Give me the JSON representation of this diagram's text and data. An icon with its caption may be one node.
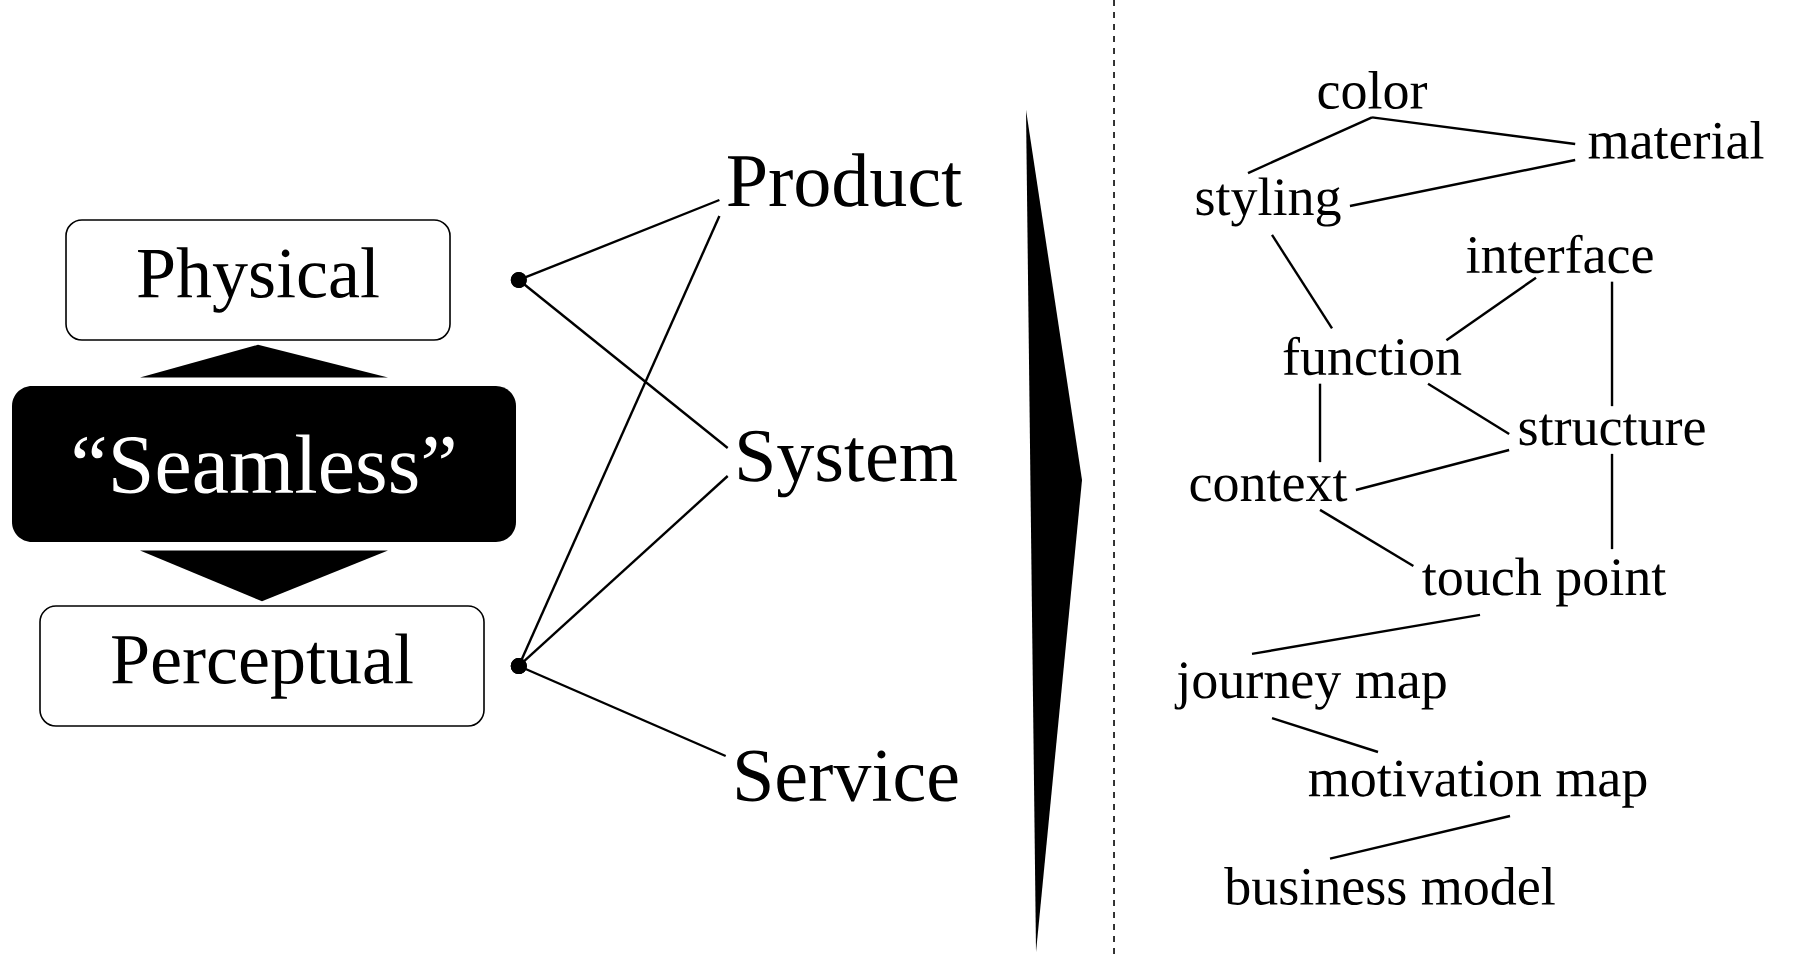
{
  "diagram": {
    "nodes": [
      {
        "text": [
          "Physical"
        ]
      },
      {
        "text": [
          "“Seamless”"
        ]
      },
      {
        "text": [
          "Perceptual"
        ]
      },
      {
        "text": [
          "Product"
        ]
      },
      {
        "text": [
          "System"
        ]
      },
      {
        "text": [
          "Service"
        ]
      },
      {
        "text": [
          "color"
        ]
      },
      {
        "text": [
          "material"
        ]
      },
      {
        "text": [
          "styling"
        ]
      },
      {
        "text": [
          "interface"
        ]
      },
      {
        "text": [
          "function"
        ]
      },
      {
        "text": [
          "structure"
        ]
      },
      {
        "text": [
          "context"
        ]
      },
      {
        "text": [
          "touch point"
        ]
      },
      {
        "text": [
          "journey map"
        ]
      },
      {
        "text": [
          "motivation map"
        ]
      },
      {
        "text": [
          "business model"
        ]
      }
    ],
    "edges": [
      {
        "from": 1,
        "to": 0,
        "arrow": "to"
      },
      {
        "from": 1,
        "to": 2,
        "arrow": "to"
      },
      {
        "from": 0,
        "to": 3,
        "arrow": "other"
      },
      {
        "from": 0,
        "to": 4,
        "arrow": "other"
      },
      {
        "from": 2,
        "to": 3,
        "arrow": "other"
      },
      {
        "from": 2,
        "to": 4,
        "arrow": "other"
      },
      {
        "from": 2,
        "to": 5,
        "arrow": "other"
      },
      {
        "from": 8,
        "to": 6,
        "arrow": "none"
      },
      {
        "from": 6,
        "to": 7,
        "arrow": "none"
      },
      {
        "from": 8,
        "to": 7,
        "arrow": "none"
      },
      {
        "from": 8,
        "to": 10,
        "arrow": "none"
      },
      {
        "from": 10,
        "to": 9,
        "arrow": "none"
      },
      {
        "from": 9,
        "to": 11,
        "arrow": "none"
      },
      {
        "from": 10,
        "to": 12,
        "arrow": "none"
      },
      {
        "from": 10,
        "to": 11,
        "arrow": "none"
      },
      {
        "from": 12,
        "to": 11,
        "arrow": "none"
      },
      {
        "from": 11,
        "to": 13,
        "arrow": "none"
      },
      {
        "from": 12,
        "to": 13,
        "arrow": "none"
      },
      {
        "from": 13,
        "to": 14,
        "arrow": "none"
      },
      {
        "from": 14,
        "to": 15,
        "arrow": "none"
      },
      {
        "from": 15,
        "to": 16,
        "arrow": "none"
      }
    ]
  }
}
